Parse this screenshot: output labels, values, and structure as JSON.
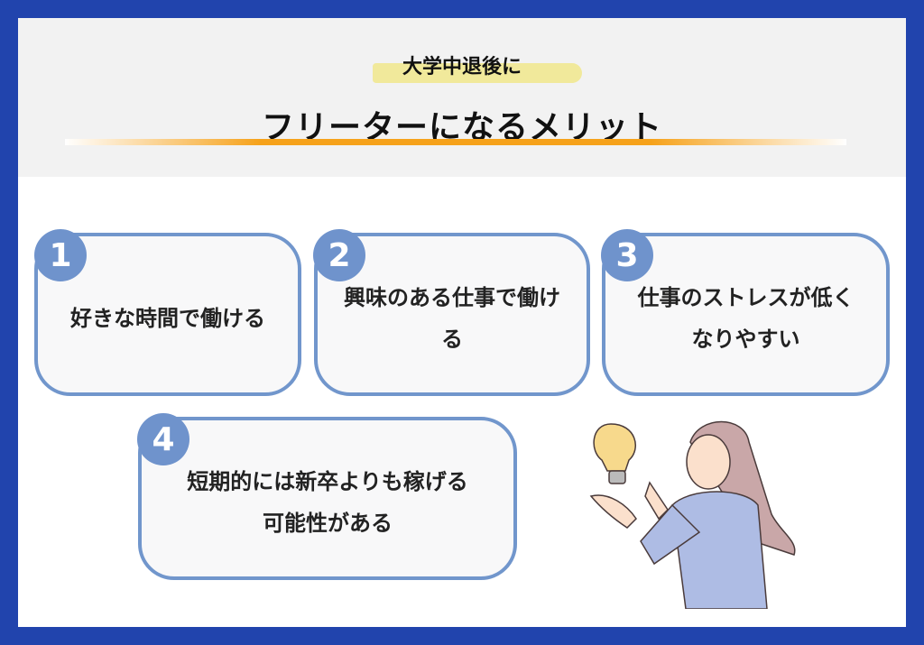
{
  "header": {
    "subtitle": "大学中退後に",
    "title": "フリーターになるメリット"
  },
  "items": [
    {
      "number": "1",
      "text": "好きな時間で働ける"
    },
    {
      "number": "2",
      "text": "興味のある仕事で働ける"
    },
    {
      "number": "3",
      "text": "仕事のストレスが低くなりやすい"
    },
    {
      "number": "4",
      "text": "短期的には新卒よりも稼げる可能性がある"
    }
  ],
  "colors": {
    "border": "#2144ad",
    "card": "#7196cc",
    "accent": "#f6a21b"
  }
}
